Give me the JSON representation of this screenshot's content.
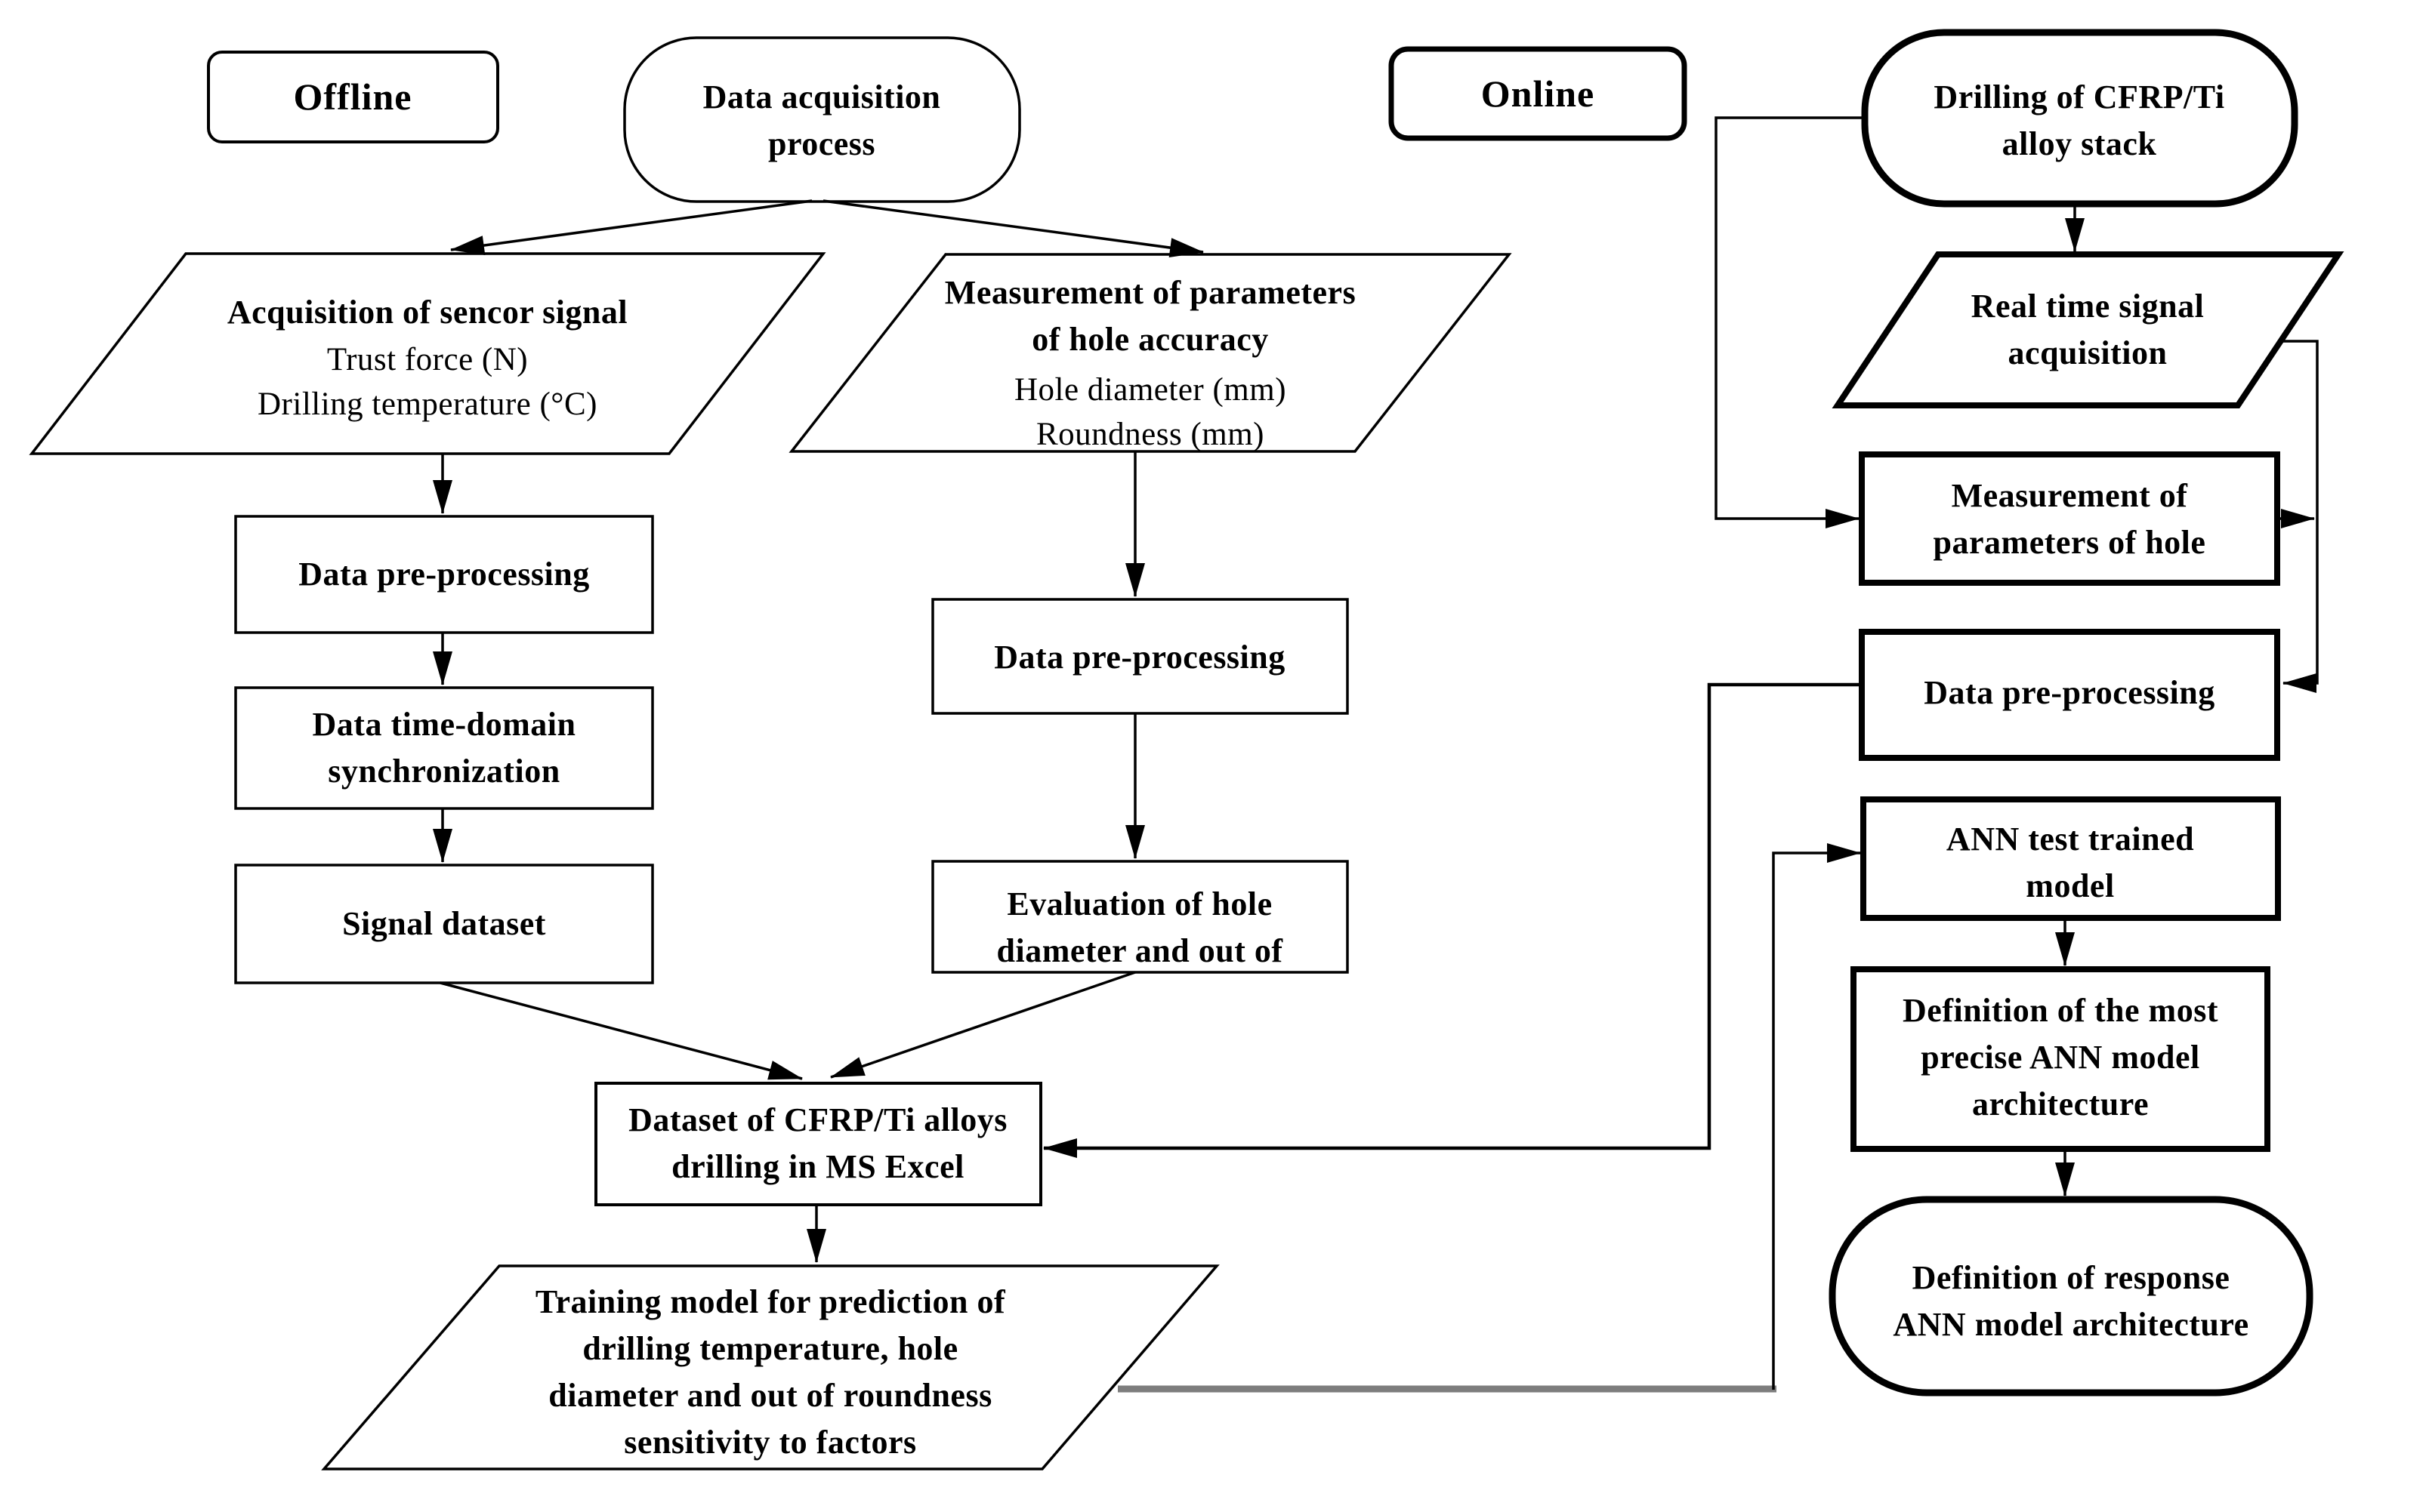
{
  "sections": {
    "offline": "Offline",
    "online": "Online"
  },
  "nodes": {
    "data_acquisition_process": {
      "label": "Data acquisition\nprocess"
    },
    "drilling_cfrp_ti_stack": {
      "label": "Drilling of CFRP/Ti\nalloy stack"
    },
    "acquisition_sensor": {
      "title": "Acquisition of sencor signal",
      "sub": "Trust force (N)\nDrilling temperature (°C)"
    },
    "measurement_hole_accuracy": {
      "title": "Measurement of parameters\nof hole accuracy",
      "sub": "Hole diameter (mm)\nRoundness (mm)"
    },
    "realtime_signal_acquisition": {
      "label": "Real time signal\nacquisition"
    },
    "data_preprocessing_offline_1": {
      "label": "Data pre-processing"
    },
    "time_domain_synchronization": {
      "label": "Data time-domain\nsynchronization"
    },
    "signal_dataset": {
      "label": "Signal dataset"
    },
    "data_preprocessing_offline_2": {
      "label": "Data pre-processing"
    },
    "evaluation_hole_diameter": {
      "label": "Evaluation of hole\ndiameter and out of"
    },
    "measurement_parameters_hole": {
      "label": "Measurement of\nparameters of hole"
    },
    "data_preprocessing_online": {
      "label": "Data pre-processing"
    },
    "ann_test_trained_model": {
      "label": "ANN test trained\nmodel"
    },
    "definition_precise_ann": {
      "label": "Definition of the most\nprecise ANN model\narchitecture"
    },
    "definition_response_ann": {
      "label": "Definition of response\nANN model architecture"
    },
    "dataset_ms_excel": {
      "label": "Dataset of CFRP/Ti alloys\ndrilling in MS Excel"
    },
    "training_model": {
      "label": "Training model for prediction of\ndrilling temperature, hole\ndiameter and out of roundness\nsensitivity to factors"
    }
  },
  "colors": {
    "ink": "#000000",
    "background": "#ffffff",
    "muted_line": "#7d7d7d"
  }
}
